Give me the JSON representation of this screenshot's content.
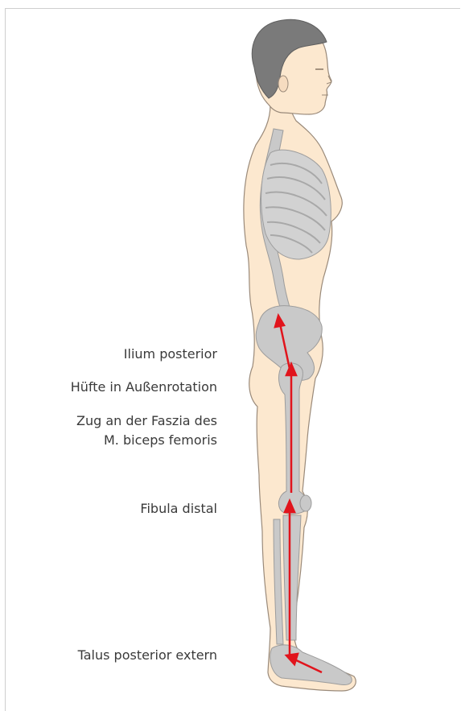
{
  "labels": {
    "ilium": "Ilium posterior",
    "hip": "Hüfte in Außenrotation",
    "fascia_line1": "Zug an der Faszia des",
    "fascia_line2": "M. biceps femoris",
    "fibula": "Fibula distal",
    "talus": "Talus posterior extern"
  },
  "colors": {
    "skin": "#fce8cf",
    "skin_outline": "#9a8a7a",
    "hair": "#7a7a7a",
    "bone": "#c9c9c9",
    "bone_outline": "#9c9c9c",
    "arrow": "#e1141c",
    "text": "#3a3a3a"
  }
}
